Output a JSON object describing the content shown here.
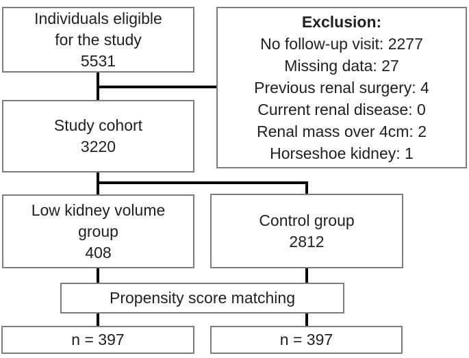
{
  "diagram": {
    "eligible": {
      "lines": [
        "Individuals eligible",
        "for the study",
        "5531"
      ]
    },
    "exclusion": {
      "title": "Exclusion:",
      "items": [
        "No follow-up visit: 2277",
        "Missing data: 27",
        "Previous renal surgery: 4",
        "Current renal disease: 0",
        "Renal mass over 4cm: 2",
        "Horseshoe kidney: 1"
      ]
    },
    "cohort": {
      "lines": [
        "Study cohort",
        "3220"
      ]
    },
    "low_kidney_group": {
      "lines": [
        "Low kidney volume",
        "group",
        "408"
      ]
    },
    "control_group": {
      "lines": [
        "Control group",
        "2812"
      ]
    },
    "propensity": {
      "label": "Propensity score matching"
    },
    "matched_low_kidney": {
      "label": "n = 397"
    },
    "matched_control": {
      "label": "n = 397"
    }
  },
  "colors": {
    "bg": "#ffffff",
    "border": "#7d7d7d",
    "line": "#000000",
    "text": "#1f1f1f"
  }
}
